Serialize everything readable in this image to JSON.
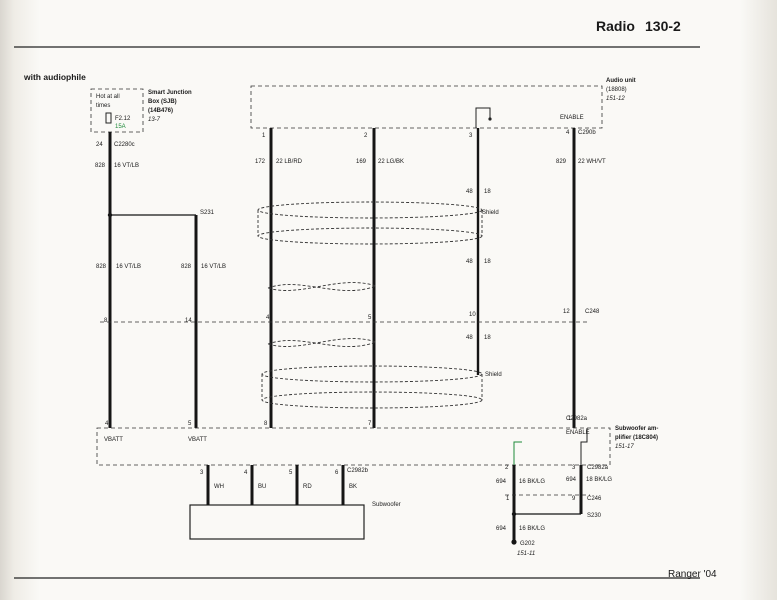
{
  "header": {
    "title": "Radio",
    "page_number": "130-2",
    "footer": "Ranger '04"
  },
  "diagram": {
    "subtitle": "with audiophile",
    "sjb": {
      "hot_label": [
        "Hot at all",
        "times"
      ],
      "fuse_id": "F2.12",
      "fuse_rating": "15A",
      "title": [
        "Smart Junction",
        "Box (SJB)",
        "(14B476)"
      ],
      "ref": "13-7",
      "pin": "24",
      "connector": "C2280c"
    },
    "audio_unit": {
      "title": "Audio unit",
      "part": "(18808)",
      "ref": "151-12",
      "enable": "ENABLE",
      "pins": [
        "1",
        "2",
        "3",
        "4"
      ],
      "connector": "C290b"
    },
    "wires": {
      "w828a": "828",
      "w828a_color": "16 VT/LB",
      "w172": "172",
      "w172_color": "22 LB/RD",
      "w169": "169",
      "w169_color": "22 LG/BK",
      "w48a": "48",
      "w48a_size": "18",
      "w829": "829",
      "w829_color": "22 WH/VT",
      "w828b": "828",
      "w828b_color": "16 VT/LB",
      "w828c": "828",
      "w828c_color": "16 VT/LB",
      "w48b": "48",
      "w48b_size": "18",
      "w48c": "48",
      "w48c_size": "18"
    },
    "splice": "S231",
    "shield_label": "Shield",
    "inline": {
      "pins": [
        "8",
        "14",
        "4",
        "5",
        "10",
        "12"
      ],
      "connector": "C248"
    },
    "sub_amp": {
      "title": [
        "Subwoofer am-",
        "plifier (18C804)"
      ],
      "ref": "151-17",
      "vbatt": "VBATT",
      "enable": "ENABLE",
      "pins_top": [
        "4",
        "5",
        "8",
        "7",
        "1"
      ],
      "connector_top": "C2982a",
      "pins_bottom": [
        "3",
        "4",
        "5",
        "6"
      ],
      "connector_bottom": "C2982b",
      "bottom_wires": [
        "WH",
        "BU",
        "RD",
        "BK"
      ]
    },
    "subwoofer": "Subwoofer",
    "ground": {
      "pin_a": "2",
      "pin_b": "3",
      "connector": "C2982a",
      "w694a": "694",
      "w694a_color": "16 BK/LG",
      "w694b": "694",
      "w694b_color": "18 BK/LG",
      "c246_pin_a": "1",
      "c246_pin_b": "9",
      "c246": "C246",
      "s230": "S230",
      "w694c": "694",
      "w694c_color": "16 BK/LG",
      "g202": "G202",
      "ref": "151-11"
    }
  }
}
